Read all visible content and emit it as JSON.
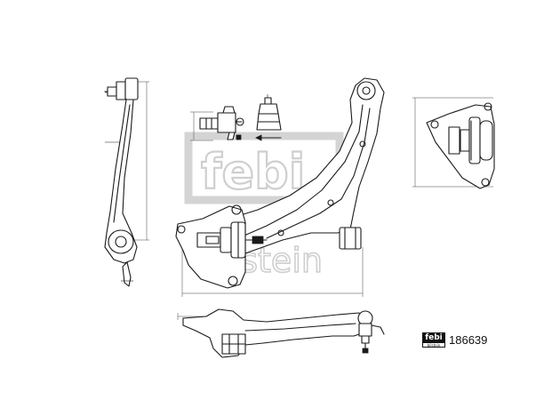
{
  "watermark": {
    "logo_text": "febi",
    "brand_text": "bilstein"
  },
  "badge": {
    "logo_text": "febi",
    "sub_text": "bilstein"
  },
  "part_number": "186639",
  "colors": {
    "line": "#1a1a1a",
    "watermark": "#d4d4d4",
    "background": "#ffffff"
  }
}
